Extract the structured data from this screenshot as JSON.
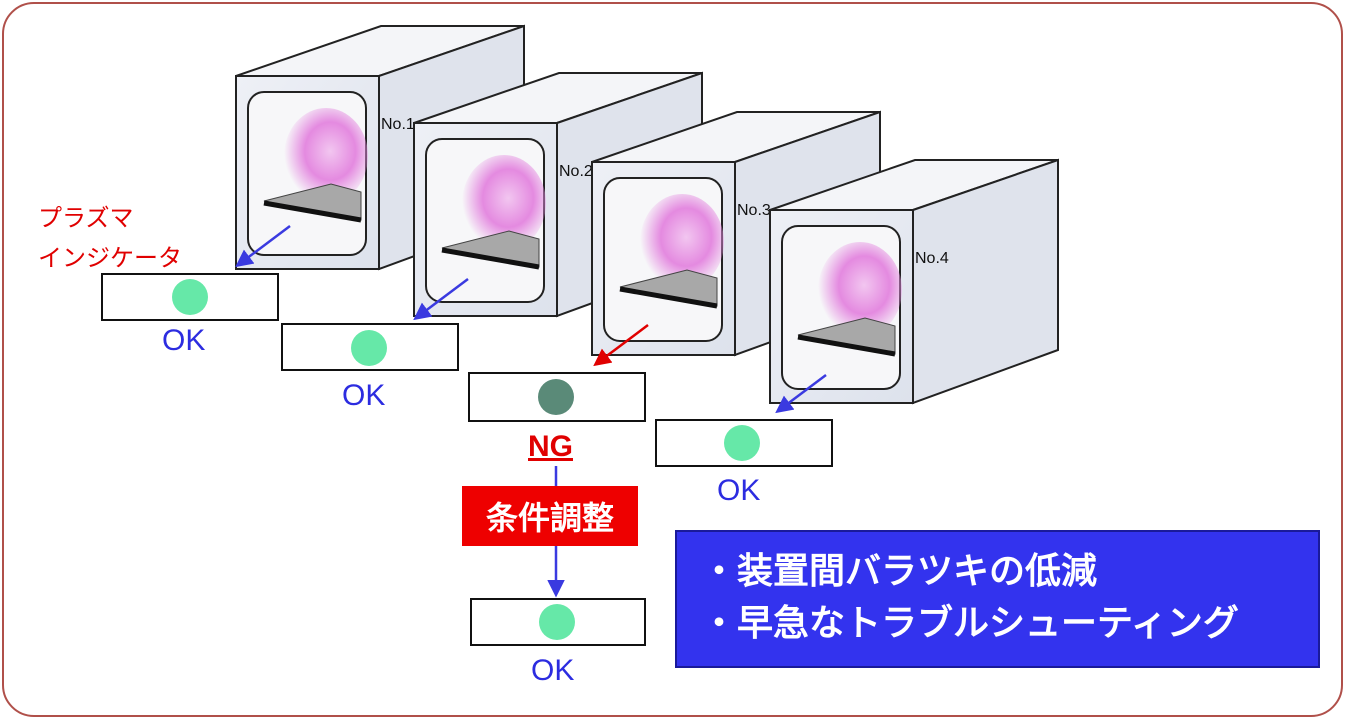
{
  "indicator_label": {
    "line1": "プラズマ",
    "line2": "インジケータ"
  },
  "chambers": [
    {
      "label": "No.1"
    },
    {
      "label": "No.2"
    },
    {
      "label": "No.3"
    },
    {
      "label": "No.4"
    }
  ],
  "results": {
    "no1": "OK",
    "no2": "OK",
    "no3": "NG",
    "no4": "OK",
    "after_adjust": "OK"
  },
  "adjustment_label": "条件調整",
  "benefits": [
    "・装置間バラツキの低減",
    "・早急なトラブルシューティング"
  ],
  "colors": {
    "ok_dot": "#66e8a8",
    "ng_dot": "#5a8a78",
    "ok_text": "#2c2ce0",
    "ng_text": "#e00000",
    "arrow_ok": "#3a3ae0",
    "arrow_ng": "#e00000",
    "frame_border": "#b0504a",
    "benefit_bg": "#3333ee",
    "adjust_bg": "#ee0000"
  }
}
